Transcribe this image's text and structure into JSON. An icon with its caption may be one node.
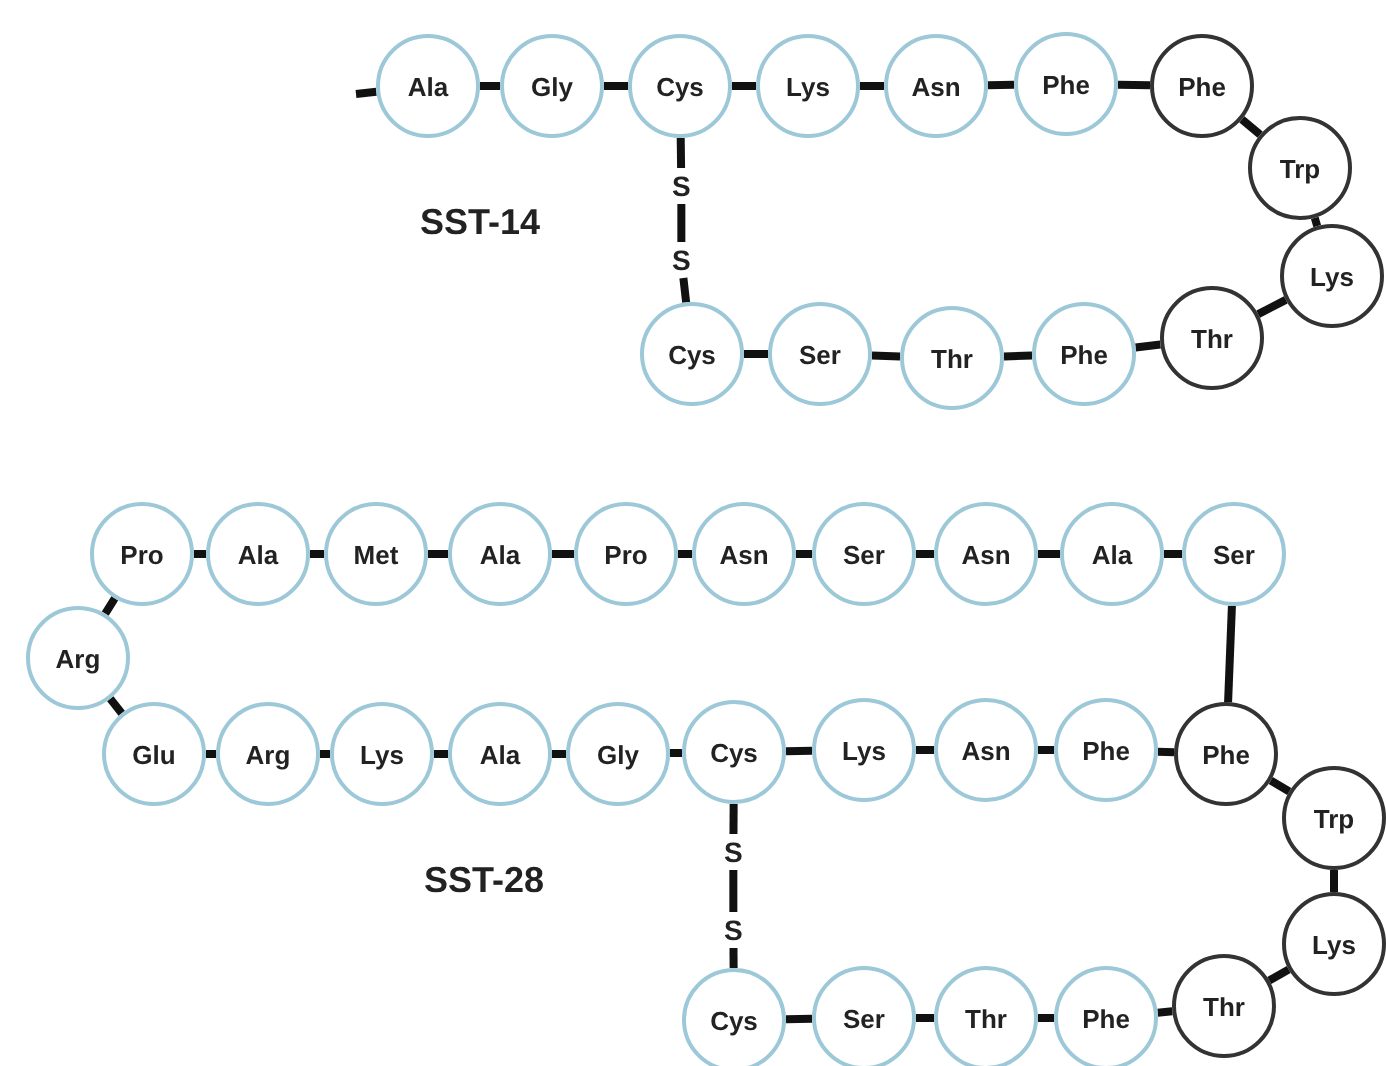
{
  "diagram": {
    "nodes": [
      {
        "text": [
          "Ala"
        ]
      },
      {
        "text": [
          "Gly"
        ]
      },
      {
        "text": [
          "Cys"
        ]
      },
      {
        "text": [
          "Lys"
        ]
      },
      {
        "text": [
          "Asn"
        ]
      },
      {
        "text": [
          "Phe"
        ]
      },
      {
        "text": [
          "Phe"
        ]
      },
      {
        "text": [
          "Trp"
        ]
      },
      {
        "text": [
          "Lys"
        ]
      },
      {
        "text": [
          "Thr"
        ]
      },
      {
        "text": [
          "Phe"
        ]
      },
      {
        "text": [
          "Thr"
        ]
      },
      {
        "text": [
          "Ser"
        ]
      },
      {
        "text": [
          "Cys"
        ]
      },
      {
        "text": [
          "S"
        ]
      },
      {
        "text": [
          "S"
        ]
      },
      {
        "text": [
          "Pro"
        ]
      },
      {
        "text": [
          "Ala"
        ]
      },
      {
        "text": [
          "Met"
        ]
      },
      {
        "text": [
          "Ala"
        ]
      },
      {
        "text": [
          "Pro"
        ]
      },
      {
        "text": [
          "Asn"
        ]
      },
      {
        "text": [
          "Ser"
        ]
      },
      {
        "text": [
          "Asn"
        ]
      },
      {
        "text": [
          "Ala"
        ]
      },
      {
        "text": [
          "Ser"
        ]
      },
      {
        "text": [
          "Arg"
        ]
      },
      {
        "text": [
          "Glu"
        ]
      },
      {
        "text": [
          "Arg"
        ]
      },
      {
        "text": [
          "Lys"
        ]
      },
      {
        "text": [
          "Ala"
        ]
      },
      {
        "text": [
          "Gly"
        ]
      },
      {
        "text": [
          "Cys"
        ]
      },
      {
        "text": [
          "Lys"
        ]
      },
      {
        "text": [
          "Asn"
        ]
      },
      {
        "text": [
          "Phe"
        ]
      },
      {
        "text": [
          "Phe"
        ]
      },
      {
        "text": [
          "Trp"
        ]
      },
      {
        "text": [
          "Lys"
        ]
      },
      {
        "text": [
          "Thr"
        ]
      },
      {
        "text": [
          "Phe"
        ]
      },
      {
        "text": [
          "Thr"
        ]
      },
      {
        "text": [
          "Ser"
        ]
      },
      {
        "text": [
          "Cys"
        ]
      },
      {
        "text": [
          "S"
        ]
      },
      {
        "text": [
          "S"
        ]
      }
    ],
    "edges": [
      {
        "from": null,
        "to": 0,
        "arrow": "none"
      },
      {
        "from": 0,
        "to": 1,
        "arrow": "none"
      },
      {
        "from": 1,
        "to": 2,
        "arrow": "none"
      },
      {
        "from": 2,
        "to": 3,
        "arrow": "none"
      },
      {
        "from": 3,
        "to": 4,
        "arrow": "none"
      },
      {
        "from": 4,
        "to": 5,
        "arrow": "none"
      },
      {
        "from": 5,
        "to": 6,
        "arrow": "none"
      },
      {
        "from": 6,
        "to": 7,
        "arrow": "none"
      },
      {
        "from": 7,
        "to": 8,
        "arrow": "none"
      },
      {
        "from": 8,
        "to": 9,
        "arrow": "none"
      },
      {
        "from": 9,
        "to": 10,
        "arrow": "none"
      },
      {
        "from": 10,
        "to": 11,
        "arrow": "none"
      },
      {
        "from": 11,
        "to": 12,
        "arrow": "none"
      },
      {
        "from": 12,
        "to": 13,
        "arrow": "none"
      },
      {
        "from": 2,
        "to": 14,
        "arrow": "none"
      },
      {
        "from": 14,
        "to": 15,
        "arrow": "none"
      },
      {
        "from": 15,
        "to": 13,
        "arrow": "none"
      },
      {
        "from": 25,
        "to": 24,
        "arrow": "none"
      },
      {
        "from": 24,
        "to": 23,
        "arrow": "none"
      },
      {
        "from": 23,
        "to": 22,
        "arrow": "none"
      },
      {
        "from": 22,
        "to": 21,
        "arrow": "none"
      },
      {
        "from": 21,
        "to": 20,
        "arrow": "none"
      },
      {
        "from": 20,
        "to": 19,
        "arrow": "none"
      },
      {
        "from": 19,
        "to": 18,
        "arrow": "none"
      },
      {
        "from": 18,
        "to": 17,
        "arrow": "none"
      },
      {
        "from": 17,
        "to": 16,
        "arrow": "none"
      },
      {
        "from": 16,
        "to": 26,
        "arrow": "none"
      },
      {
        "from": 26,
        "to": 27,
        "arrow": "none"
      },
      {
        "from": 27,
        "to": 28,
        "arrow": "none"
      },
      {
        "from": 28,
        "to": 29,
        "arrow": "none"
      },
      {
        "from": 29,
        "to": 30,
        "arrow": "none"
      },
      {
        "from": 30,
        "to": 31,
        "arrow": "none"
      },
      {
        "from": 31,
        "to": 32,
        "arrow": "none"
      },
      {
        "from": 32,
        "to": 33,
        "arrow": "none"
      },
      {
        "from": 33,
        "to": 34,
        "arrow": "none"
      },
      {
        "from": 34,
        "to": 35,
        "arrow": "none"
      },
      {
        "from": 35,
        "to": 36,
        "arrow": "none"
      },
      {
        "from": 25,
        "to": 36,
        "arrow": "none"
      },
      {
        "from": 36,
        "to": 37,
        "arrow": "none"
      },
      {
        "from": 37,
        "to": 38,
        "arrow": "none"
      },
      {
        "from": 38,
        "to": 39,
        "arrow": "none"
      },
      {
        "from": 39,
        "to": 40,
        "arrow": "none"
      },
      {
        "from": 40,
        "to": 41,
        "arrow": "none"
      },
      {
        "from": 41,
        "to": 42,
        "arrow": "none"
      },
      {
        "from": 42,
        "to": 43,
        "arrow": "none"
      },
      {
        "from": 32,
        "to": 44,
        "arrow": "none"
      },
      {
        "from": 44,
        "to": 45,
        "arrow": "none"
      },
      {
        "from": 45,
        "to": 43,
        "arrow": "none"
      }
    ],
    "labels": [
      "SST-14",
      "SST-28"
    ]
  }
}
